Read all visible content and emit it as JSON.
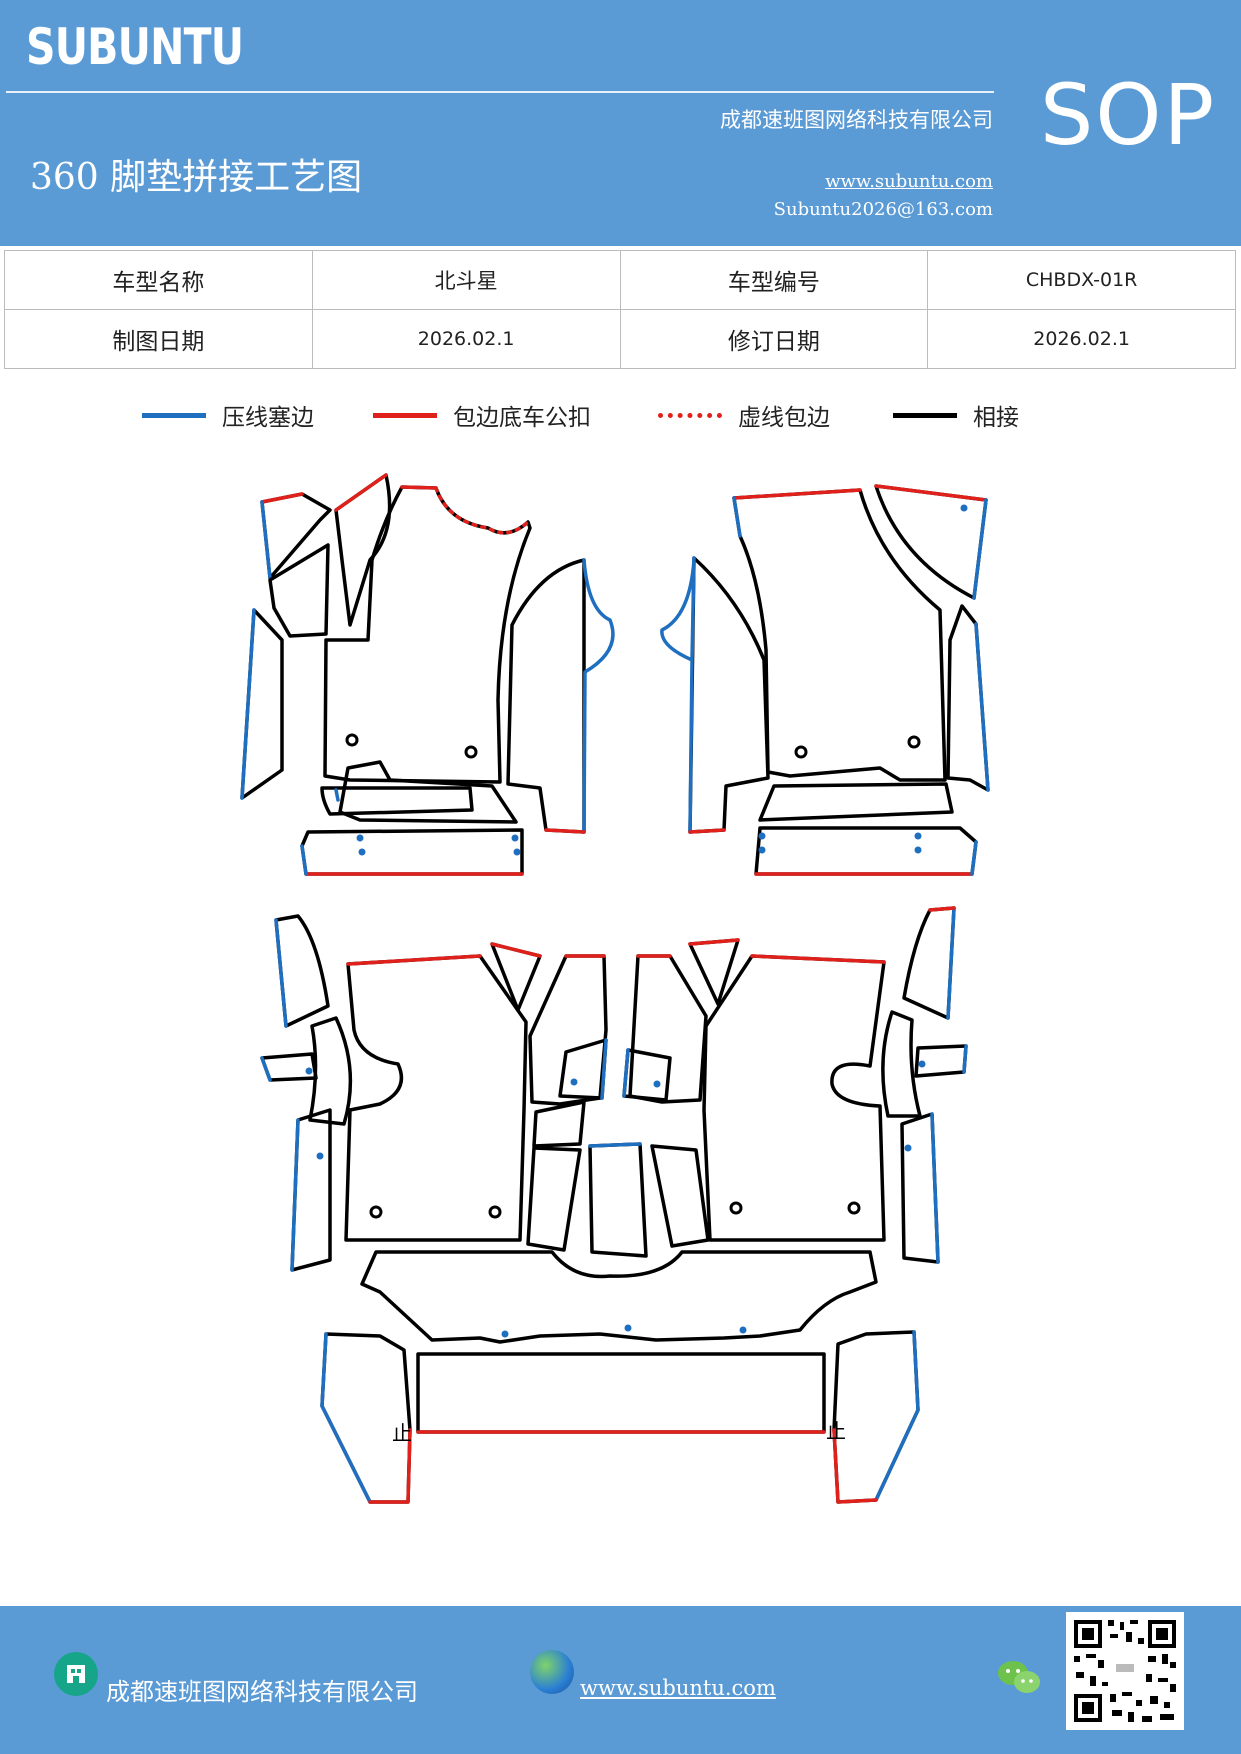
{
  "header": {
    "brand": "SUBUNTU",
    "badge": "SOP",
    "company": "成都速班图网络科技有限公司",
    "title": "360 脚垫拼接工艺图",
    "website": "www.subuntu.com",
    "email": "Subuntu2026@163.com",
    "bg_color": "#5b9bd5"
  },
  "info_table": {
    "rows": [
      [
        "车型名称",
        "北斗星",
        "车型编号",
        "CHBDX-01R"
      ],
      [
        "制图日期",
        "2026.02.1",
        "修订日期",
        "2026.02.1"
      ]
    ]
  },
  "legend": [
    {
      "label": "压线塞边",
      "color": "#1f6fc0",
      "style": "solid"
    },
    {
      "label": "包边底车公扣",
      "color": "#e0201b",
      "style": "solid"
    },
    {
      "label": "虚线包边",
      "color": "#e0201b",
      "style": "dotted"
    },
    {
      "label": "相接",
      "color": "#000000",
      "style": "solid"
    }
  ],
  "diagram": {
    "marks": [
      "止",
      "止"
    ]
  },
  "footer": {
    "company": "成都速班图网络科技有限公司",
    "website": "www.subuntu.com",
    "icons": [
      "building-icon",
      "globe-icon",
      "wechat-icon",
      "qr-code"
    ]
  }
}
